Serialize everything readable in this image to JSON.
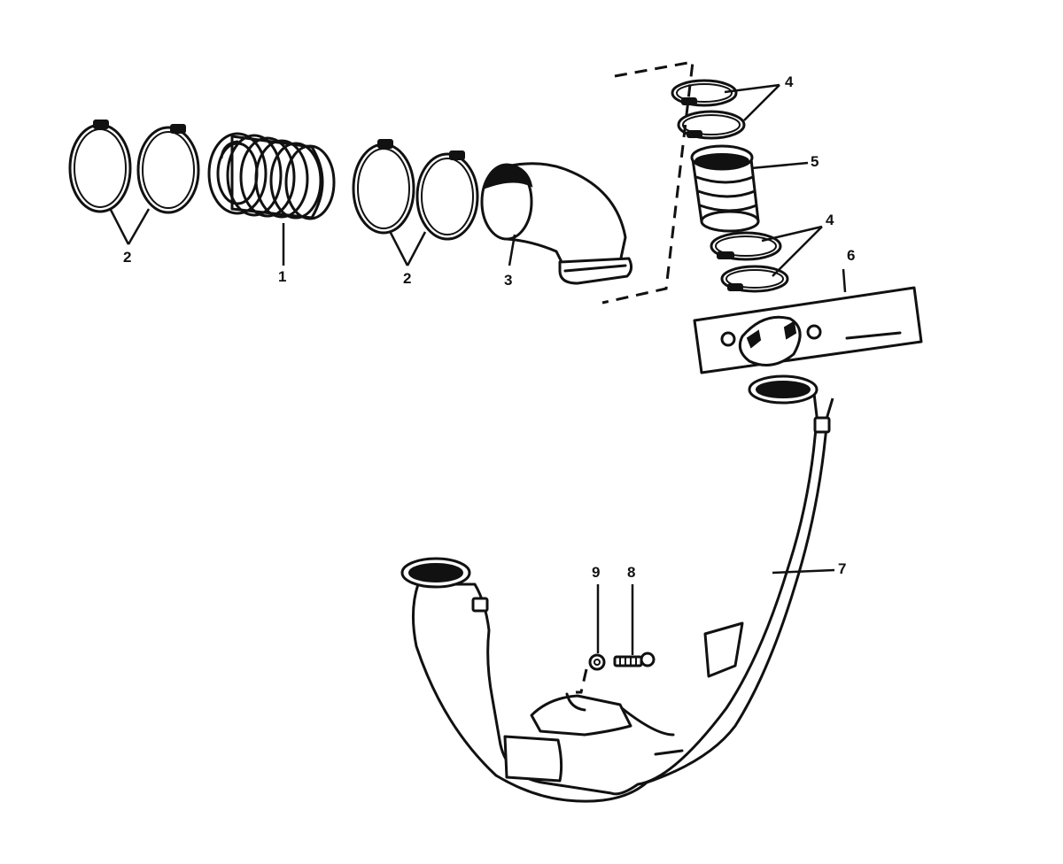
{
  "callouts": {
    "c1": "1",
    "c2a": "2",
    "c2b": "2",
    "c3": "3",
    "c4a": "4",
    "c4b": "4",
    "c5": "5",
    "c6": "6",
    "c7": "7",
    "c8": "8",
    "c9": "9"
  }
}
